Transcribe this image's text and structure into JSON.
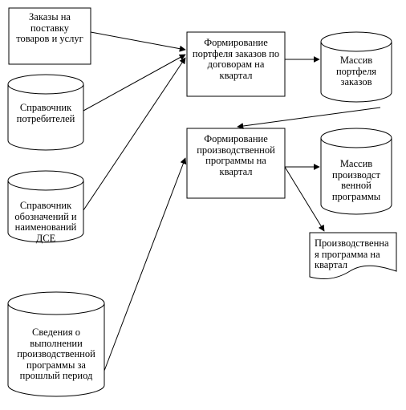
{
  "nodes": {
    "orders": "Заказы на поставку товаров и услуг",
    "consumers_ref": "Справочник потребителей",
    "parts_ref": "Справочник обозначений и наименований ДСЕ",
    "past_program": "Сведения о выполнении производственной программы за прошлый период",
    "form_portfolio": "Формирование портфеля заказов по договорам на квартал",
    "portfolio_array": "Массив портфеля заказов",
    "form_program": "Формирование производственной программы на квартал",
    "program_array": "Массив производст венной программы",
    "program_doc": "Производственна я программа на квартал"
  }
}
